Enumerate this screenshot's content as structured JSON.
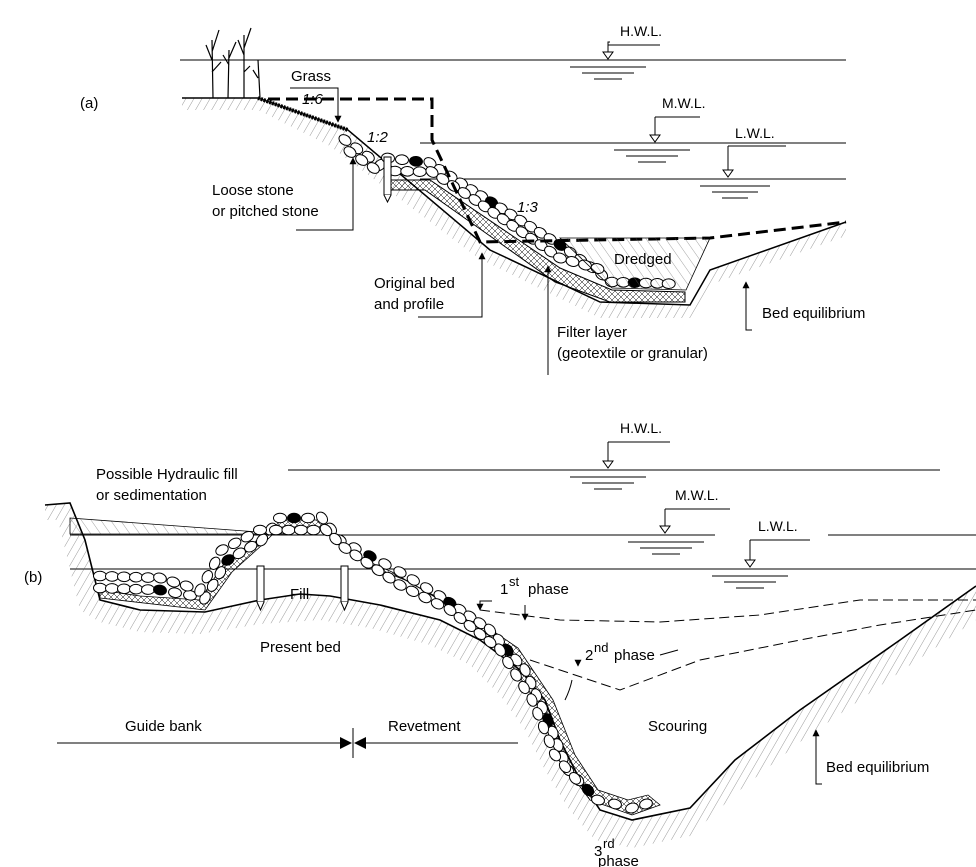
{
  "panel_a": {
    "label": "(a)",
    "hwl": "H.W.L.",
    "mwl": "M.W.L.",
    "lwl": "L.W.L.",
    "grass": "Grass",
    "slope_1_6": "1:6",
    "slope_1_2": "1:2",
    "slope_1_3": "1:3",
    "loose_stone_1": "Loose stone",
    "loose_stone_2": "or pitched stone",
    "original_bed_1": "Original bed",
    "original_bed_2": "and profile",
    "dredged": "Dredged",
    "filter_1": "Filter layer",
    "filter_2": "(geotextile or granular)",
    "bed_equilibrium": "Bed equilibrium"
  },
  "panel_b": {
    "label": "(b)",
    "hwl": "H.W.L.",
    "mwl": "M.W.L.",
    "lwl": "L.W.L.",
    "hydraulic_fill_1": "Possible Hydraulic fill",
    "hydraulic_fill_2": "or sedimentation",
    "fill": "Fill",
    "present_bed": "Present bed",
    "phase1_sup": "st",
    "phase1_num": "1",
    "phase1_word": "phase",
    "phase2_num": "2",
    "phase2_sup": "nd",
    "phase2_word": "phase",
    "phase3_num": "3",
    "phase3_sup": "rd",
    "phase3_word": "phase",
    "guide_bank": "Guide bank",
    "revetment": "Revetment",
    "scouring": "Scouring",
    "bed_equilibrium": "Bed equilibrium"
  }
}
